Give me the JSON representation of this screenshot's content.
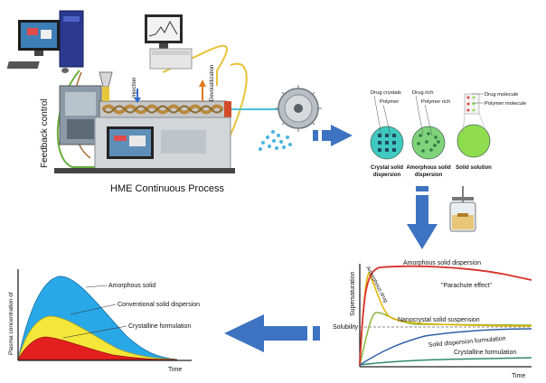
{
  "process": {
    "title": "HME Continuous Process",
    "feedback_label": "Feedback control",
    "injection_label": "Injection",
    "devolatilization_label": "Devolatilization"
  },
  "dispersion_types": [
    {
      "top_labels": [
        "Drug crystals",
        "Polymer"
      ],
      "caption": [
        "Crystal solid",
        "dispersion"
      ],
      "fill": "#3fc9c0",
      "dot": "#1f4a5a"
    },
    {
      "top_labels": [
        "Drug rich",
        "Polymer rich"
      ],
      "caption": [
        "Amorphous solid",
        "dispersion"
      ],
      "fill": "#7fd37a",
      "dot": "#2e7a46"
    },
    {
      "top_labels": [
        "Drug molecule",
        "Polymer molecule"
      ],
      "caption": [
        "Solid solution"
      ],
      "fill": "#8fdc4e",
      "dot": "#e0463c"
    }
  ],
  "dissolution_chart": {
    "ylabel": "Supersaturation",
    "xlabel": "Time",
    "solubility_label": "Solubility",
    "parachute_label": "\"Parachute effect\"",
    "curves": [
      {
        "label": "Amorphous solid dispersion",
        "color": "#d9302c"
      },
      {
        "label": "Amorphous drug",
        "color": "#e0b400"
      },
      {
        "label": "Nanocrystal solid suspension",
        "color": "#8ab63a"
      },
      {
        "label": "Solid dispersion formulation",
        "color": "#2f5fa8"
      },
      {
        "label": "Crystalline formulation",
        "color": "#2e8a6a"
      }
    ]
  },
  "plasma_chart": {
    "ylabel": "Plasma concentration of",
    "xlabel": "Time",
    "series": [
      {
        "label": "Amorphous solid",
        "color": "#29a8e8"
      },
      {
        "label": "Conventional solid dispersion",
        "color": "#f5e63a"
      },
      {
        "label": "Crystalline formulation",
        "color": "#e41f1f"
      }
    ]
  },
  "colors": {
    "arrow": "#3d73c0",
    "ground": "#222222"
  }
}
